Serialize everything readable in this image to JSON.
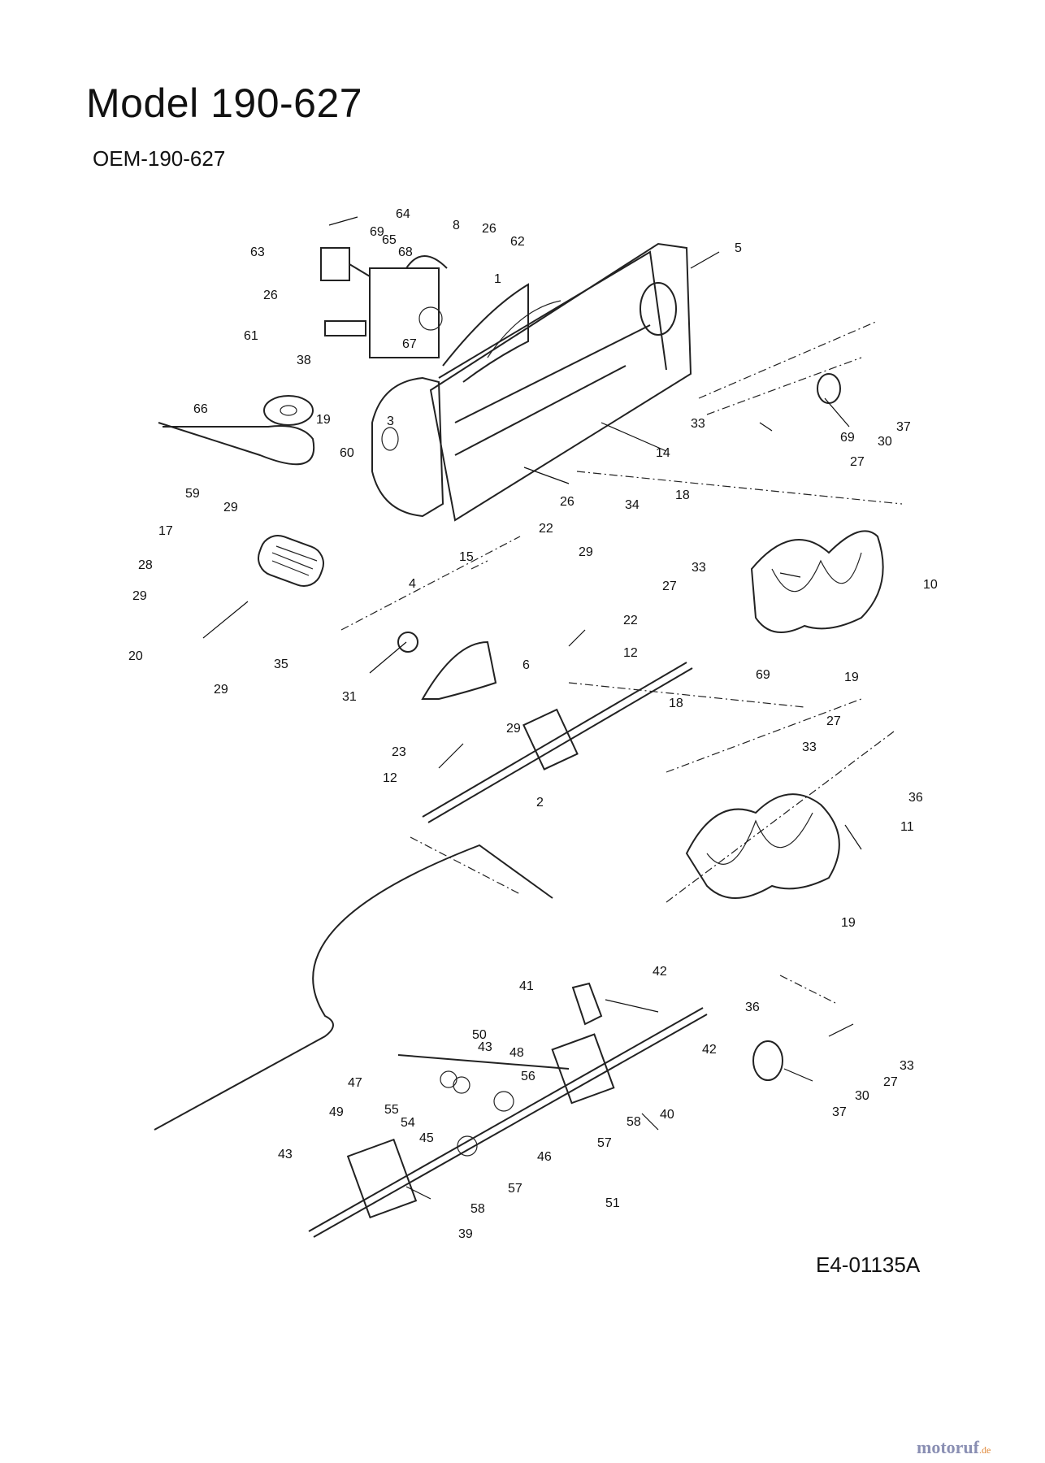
{
  "header": {
    "title": "Model 190-627",
    "subtitle": "OEM-190-627"
  },
  "footer": {
    "drawing_code": "E4-01135A",
    "watermark_brand": "motoruf",
    "watermark_tld": ".de"
  },
  "callouts": [
    "64",
    "69",
    "8",
    "26",
    "65",
    "63",
    "68",
    "62",
    "1",
    "5",
    "26",
    "61",
    "67",
    "38",
    "66",
    "19",
    "3",
    "60",
    "37",
    "33",
    "69",
    "30",
    "27",
    "14",
    "59",
    "29",
    "34",
    "26",
    "17",
    "15",
    "18",
    "22",
    "29",
    "28",
    "10",
    "29",
    "33",
    "27",
    "22",
    "12",
    "4",
    "6",
    "69",
    "19",
    "20",
    "31",
    "35",
    "29",
    "23",
    "29",
    "12",
    "18",
    "27",
    "33",
    "36",
    "2",
    "11",
    "19",
    "42",
    "41",
    "36",
    "50",
    "43",
    "48",
    "47",
    "56",
    "33",
    "42",
    "40",
    "27",
    "30",
    "55",
    "54",
    "58",
    "37",
    "49",
    "45",
    "57",
    "46",
    "43",
    "57",
    "51",
    "58",
    "39"
  ]
}
